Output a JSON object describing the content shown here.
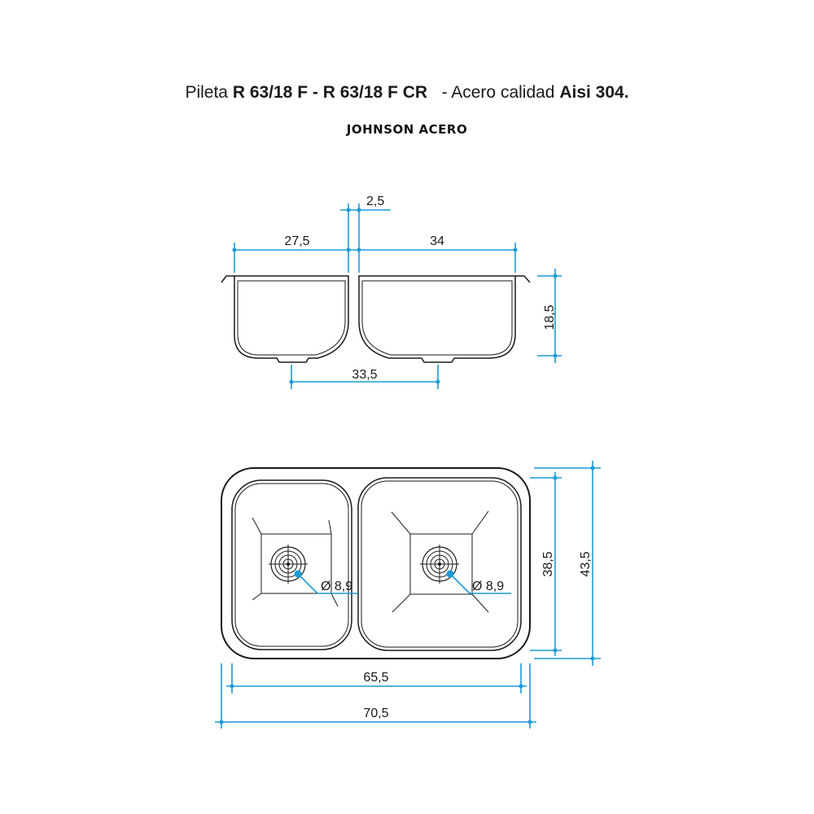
{
  "header": {
    "prefix": "Pileta ",
    "model": "R 63/18 F - R 63/18 F CR",
    "middle": "   - Acero calidad ",
    "grade": "Aisi 304.",
    "brand": "JOHNSON ACERO"
  },
  "side_view": {
    "dim_wall": "2,5",
    "dim_left_bowl": "27,5",
    "dim_right_bowl": "34",
    "dim_depth": "18,5",
    "dim_drain_spacing": "33,5"
  },
  "top_view": {
    "drain_left_diameter": "Ø 8,9",
    "drain_right_diameter": "Ø 8,9",
    "dim_inner_height": "38,5",
    "dim_outer_height": "43,5",
    "dim_inner_width": "65,5",
    "dim_outer_width": "70,5"
  },
  "colors": {
    "dimension_lines": "#1a9ad6",
    "outline": "#1a1a1a"
  }
}
